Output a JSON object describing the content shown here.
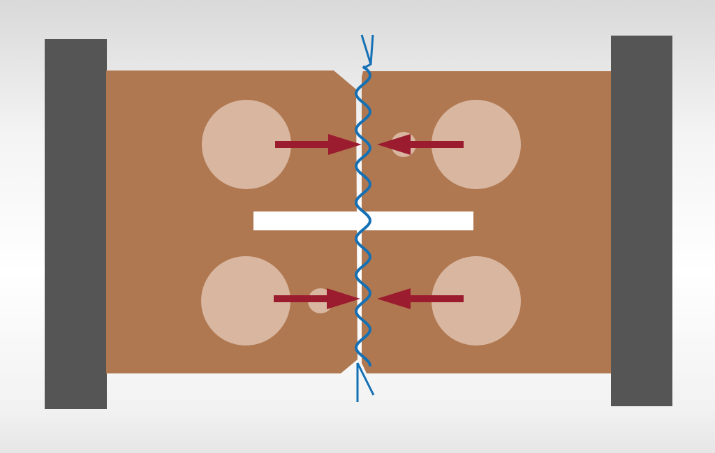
{
  "colors": {
    "clamp": "#555555",
    "block": "#b07850",
    "hole": "#d8b6a0",
    "slot": "#ffffff",
    "arrow": "#9b1c2e",
    "wire": "#1470b4"
  },
  "elements": {
    "clamps": 2,
    "large_holes": 4,
    "small_holes": 2,
    "arrows": 4
  }
}
